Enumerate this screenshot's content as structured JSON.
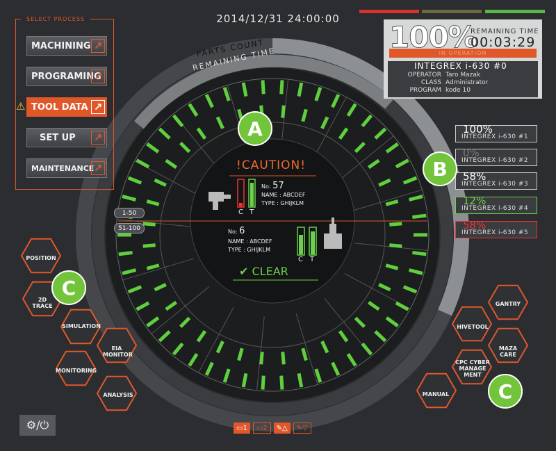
{
  "clock": "2014/12/31 24:00:00",
  "top_bars": [
    "#d8302a",
    "#6e6a40",
    "#58b845"
  ],
  "select_process": {
    "title": "SELECT PROCESS",
    "items": [
      {
        "label": "MACHINING",
        "active": false
      },
      {
        "label": "PROGRAMING",
        "active": false
      },
      {
        "label": "TOOL DATA",
        "active": true
      },
      {
        "label": "SET UP",
        "active": false
      },
      {
        "label": "MAINTENANCE",
        "active": false
      }
    ],
    "arrow": "↗"
  },
  "status": {
    "percent": "100%",
    "remaining_time_label": "REMAINING TIME",
    "remaining_time": "00:03:29",
    "bar_text": "IN OPERATION",
    "machine": "INTEGREX i-630 #0",
    "fields": [
      {
        "key": "OPERATOR",
        "value": "Taro Mazak"
      },
      {
        "key": "CLASS",
        "value": "Administrator"
      },
      {
        "key": "PROGRAM",
        "value": "kode 10"
      }
    ]
  },
  "machines": [
    {
      "percent": "100%",
      "name": "INTEGREX i-630 #1",
      "state": "normal"
    },
    {
      "percent": "0%",
      "name": "INTEGREX i-630 #2",
      "state": "off"
    },
    {
      "percent": "58%",
      "name": "INTEGREX i-630 #3",
      "state": "normal"
    },
    {
      "percent": "12%",
      "name": "INTEGREX i-630 #4",
      "state": "green"
    },
    {
      "percent": "58%",
      "name": "INTEGREX i-630 #5",
      "state": "red"
    }
  ],
  "dial": {
    "parts_count": "PARTS COUNT",
    "remaining_time": "REMAINING TIME",
    "range_1": "1-50",
    "range_2": "51-100"
  },
  "caution": {
    "title": "!CAUTION!",
    "no_label": "No:",
    "no": "57",
    "name": "NAME : ABCDEF",
    "type": "TYPE : GHIJKLM",
    "c": "C",
    "t": "T"
  },
  "clear": {
    "check": "✔",
    "title": "CLEAR",
    "no_label": "No:",
    "no": "6",
    "name": "NAME : ABCDEF",
    "type": "TYPE : GHIJKLM",
    "c": "C",
    "t": "T"
  },
  "left_hex": [
    "POSITION",
    "2D TRACE",
    "SIMULATION",
    "EIA MONITOR",
    "MONITORING",
    "ANALYSIS"
  ],
  "right_hex": [
    "GANTRY",
    "HIVETOOL",
    "MAZA CARE",
    "CPC CYBER MANAGE MENT",
    "MANUAL"
  ],
  "badges": [
    "A",
    "B",
    "C",
    "C"
  ],
  "bottom_controls": [
    {
      "label": "1",
      "on": true
    },
    {
      "label": "2",
      "on": false
    },
    {
      "label": "△",
      "on": true
    },
    {
      "label": "▽",
      "on": false
    }
  ],
  "power_icons": "⚙/⏻",
  "colors": {
    "accent": "#e0582a",
    "green": "#6bd14a",
    "red": "#e33333",
    "yellow": "#f4c430"
  }
}
